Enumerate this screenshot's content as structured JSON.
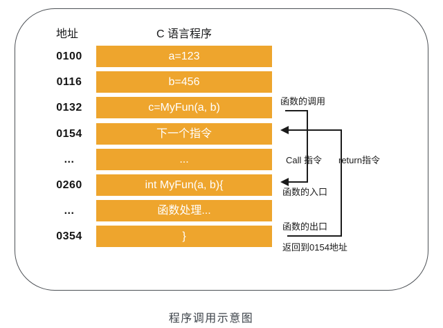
{
  "header": {
    "address_col": "地址",
    "program_col": "C 语言程序"
  },
  "rows": [
    {
      "address": "0100",
      "code": "a=123"
    },
    {
      "address": "0116",
      "code": "b=456"
    },
    {
      "address": "0132",
      "code": "c=MyFun(a, b)"
    },
    {
      "address": "0154",
      "code": "下一个指令"
    },
    {
      "address": "...",
      "code": "..."
    },
    {
      "address": "0260",
      "code": "int MyFun(a, b){"
    },
    {
      "address": "...",
      "code": "函数处理..."
    },
    {
      "address": "0354",
      "code": "}"
    }
  ],
  "annotations": {
    "call_label": "函数的调用",
    "call_instruction": "Call 指令",
    "return_instruction": "return指令",
    "entry_label": "函数的入口",
    "exit_label": "函数的出口",
    "return_note": "返回到0154地址"
  },
  "caption": "程序调用示意图",
  "colors": {
    "bar": "#EEA52D",
    "bar_text": "#FFFFFF",
    "line": "#1A1A1A",
    "panel_border": "#4B4F54",
    "caption_text": "#3D434A"
  }
}
